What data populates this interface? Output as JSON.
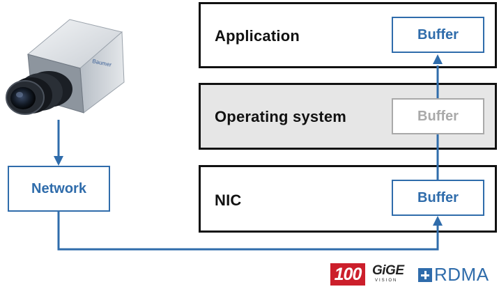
{
  "layers": {
    "application": {
      "label": "Application",
      "buffer": "Buffer"
    },
    "operating_system": {
      "label": "Operating system",
      "buffer": "Buffer"
    },
    "nic": {
      "label": "NIC",
      "buffer": "Buffer"
    }
  },
  "network": {
    "label": "Network"
  },
  "camera": {
    "brand_text": "Baumer"
  },
  "logos": {
    "badge": "100",
    "gige": "GiGE",
    "gige_sub": "VISION",
    "rdma": "RDMA"
  },
  "colors": {
    "accent": "#2f6cab",
    "inactive": "#a9a9a9",
    "os_fill": "#e6e6e6",
    "badge_red": "#cc1f2b"
  },
  "icons": [
    "camera-image",
    "plus-icon"
  ]
}
